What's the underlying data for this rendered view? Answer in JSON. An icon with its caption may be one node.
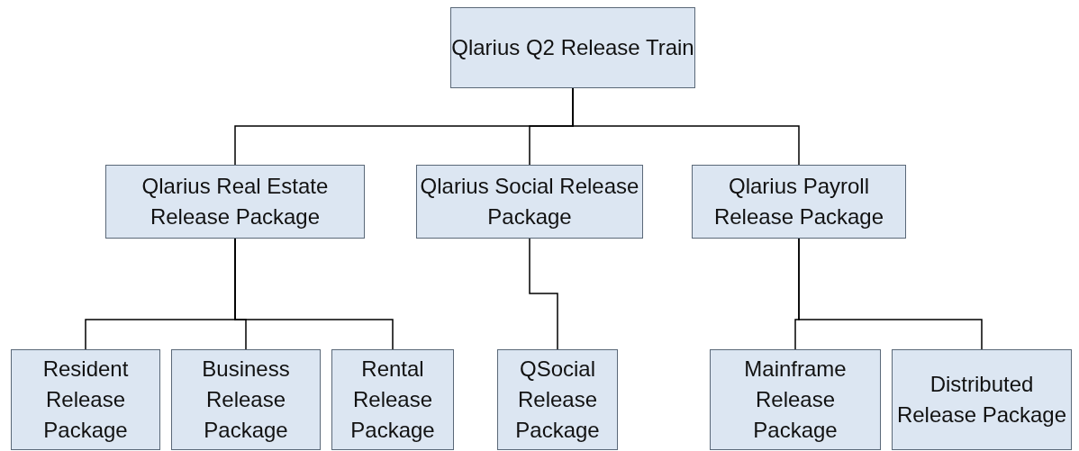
{
  "diagram": {
    "nodes": [
      {
        "text": [
          "Qlarius Q2 Release Train"
        ]
      },
      {
        "text": [
          "Qlarius Real Estate Release Package"
        ]
      },
      {
        "text": [
          "Qlarius Social Release Package"
        ]
      },
      {
        "text": [
          "Qlarius Payroll Release Package"
        ]
      },
      {
        "text": [
          "Resident Release Package"
        ]
      },
      {
        "text": [
          "Business Release Package"
        ]
      },
      {
        "text": [
          "Rental Release Package"
        ]
      },
      {
        "text": [
          "QSocial Release Package"
        ]
      },
      {
        "text": [
          "Mainframe Release Package"
        ]
      },
      {
        "text": [
          "Distributed Release Package"
        ]
      }
    ],
    "edges": [
      {
        "from": 0,
        "to": 1,
        "arrow": "none"
      },
      {
        "from": 0,
        "to": 2,
        "arrow": "none"
      },
      {
        "from": 0,
        "to": 3,
        "arrow": "none"
      },
      {
        "from": 1,
        "to": 4,
        "arrow": "none"
      },
      {
        "from": 1,
        "to": 5,
        "arrow": "none"
      },
      {
        "from": 1,
        "to": 6,
        "arrow": "none"
      },
      {
        "from": 2,
        "to": 7,
        "arrow": "none"
      },
      {
        "from": 3,
        "to": 8,
        "arrow": "none"
      },
      {
        "from": 3,
        "to": 9,
        "arrow": "none"
      }
    ]
  }
}
